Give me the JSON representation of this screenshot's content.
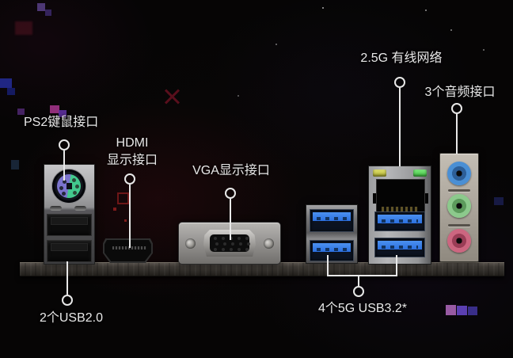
{
  "labels": {
    "ps2": "PS2键鼠接口",
    "hdmi_line1": "HDMI",
    "hdmi_line2": "显示接口",
    "vga": "VGA显示接口",
    "lan": "2.5G 有线网络",
    "audio": "3个音频接口",
    "usb2": "2个USB2.0",
    "usb3": "4个5G USB3.2*"
  },
  "colors": {
    "label": "#e8e8e8",
    "ps2-purple": "#7b74ce",
    "ps2-green": "#43c98e",
    "usb3-blue": "#2b6fe0",
    "audio-blue": "#4a8fd4",
    "audio-green": "#8cc98c",
    "audio-pink": "#cc6680",
    "led-yellow": "#b8b832",
    "led-green": "#44cc44"
  }
}
